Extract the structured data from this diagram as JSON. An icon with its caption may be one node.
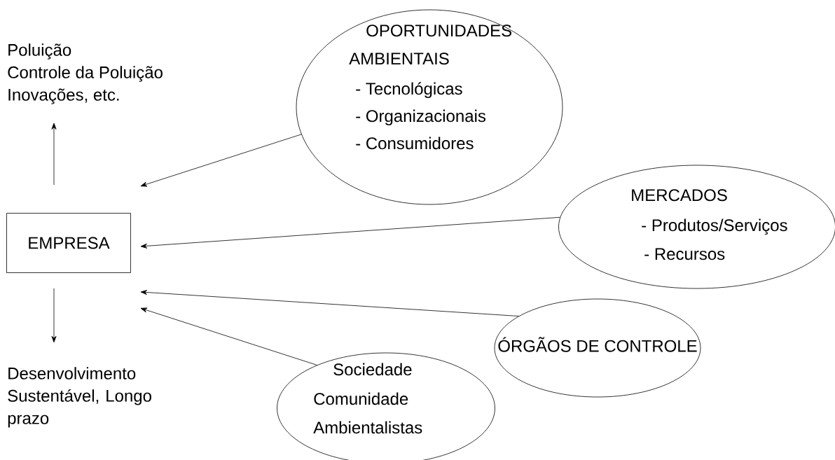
{
  "diagram": {
    "nodes": [
      {
        "text": [
          "Poluição",
          "Controle da Poluição",
          "Inovações, etc."
        ]
      },
      {
        "text": [
          "EMPRESA"
        ]
      },
      {
        "text": [
          "Desenvolvimento Sustentável, Longo prazo"
        ]
      },
      {
        "text": [
          "OPORTUNIDADES AMBIENTAIS",
          "- Tecnológicas",
          "- Organizacionais",
          "- Consumidores"
        ]
      },
      {
        "text": [
          "MERCADOS",
          "- Produtos/Serviços",
          "- Recursos"
        ]
      },
      {
        "text": [
          "ÓRGÃOS DE CONTROLE"
        ]
      },
      {
        "text": [
          "Sociedade",
          "Comunidade",
          "Ambientalistas"
        ]
      }
    ],
    "edges": [
      {
        "from": 1,
        "to": 0,
        "arrow": "to"
      },
      {
        "from": 1,
        "to": 2,
        "arrow": "to"
      },
      {
        "from": 3,
        "to": 1,
        "arrow": "to"
      },
      {
        "from": 4,
        "to": 1,
        "arrow": "to"
      },
      {
        "from": 5,
        "to": 1,
        "arrow": "to"
      },
      {
        "from": 6,
        "to": 1,
        "arrow": "to"
      }
    ]
  }
}
